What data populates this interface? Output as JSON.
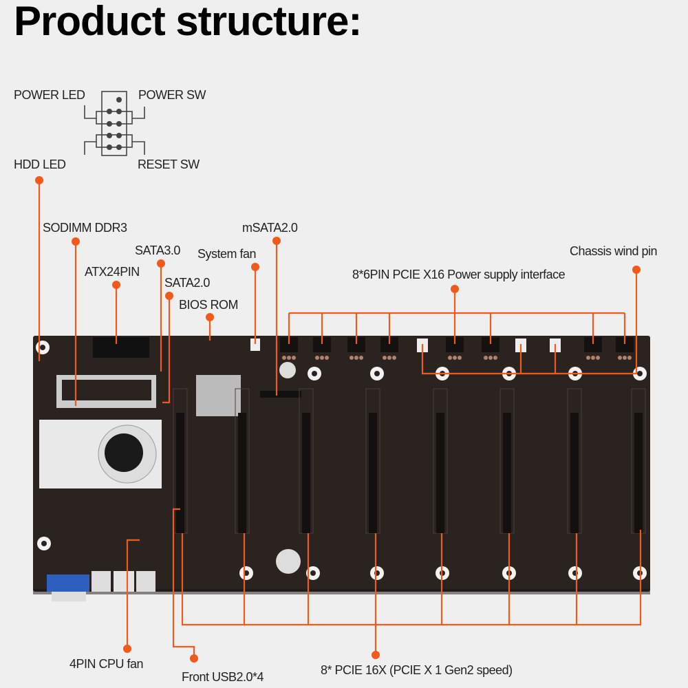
{
  "title": "Product structure:",
  "accent_color": "#f05a1a",
  "board_color": "#2b2320",
  "front_panel": {
    "power_led": "POWER LED",
    "power_sw": "POWER SW",
    "hdd_led": "HDD  LED",
    "reset_sw": "RESET SW"
  },
  "labels": {
    "sodimm": "SODIMM DDR3",
    "atx24": "ATX24PIN",
    "sata3": "SATA3.0",
    "sata2": "SATA2.0",
    "bios": "BIOS ROM",
    "system_fan": "System fan",
    "msata": "mSATA2.0",
    "pcie_power": "8*6PIN PCIE X16 Power supply interface",
    "chassis_fan": "Chassis wind pin",
    "cpu_fan": "4PIN CPU fan",
    "front_usb": "Front USB2.0*4",
    "pcie_slots": "8* PCIE 16X  (PCIE X 1 Gen2 speed)"
  },
  "counts": {
    "pcie_slots": 8,
    "pcie_power_connectors": 8,
    "chassis_fans": 3
  }
}
